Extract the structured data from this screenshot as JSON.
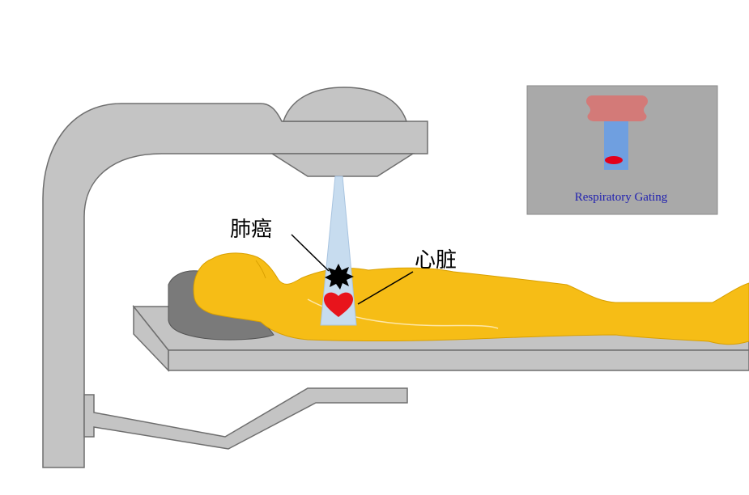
{
  "labels": {
    "lung_cancer": "肺癌",
    "heart": "心脏"
  },
  "inset": {
    "caption": "Respiratory Gating"
  },
  "colors": {
    "machine_gray": "#c4c4c4",
    "machine_outline": "#6e6e6e",
    "patient_body": "#f6bd16",
    "pillow": "#7a7a7a",
    "beam": "#c7dcef",
    "heart": "#e8141c",
    "tumor": "#000000",
    "inset_bg": "#a9a9a9",
    "inset_cap": "#d37a78",
    "inset_column": "#6f9fe0",
    "inset_dot": "#e4001b",
    "inset_text": "#1f1fb0"
  }
}
